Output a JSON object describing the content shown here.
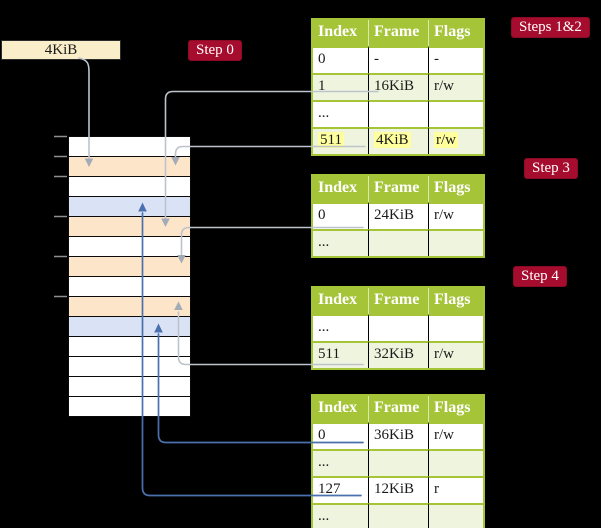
{
  "colors": {
    "background": "#000000",
    "table_header_green": "#a5c438",
    "table_row_tint_green": "#eff4de",
    "frame_pagetable_orange": "#fde5c9",
    "frame_data_blue": "#d9e3f5",
    "badge_red": "#a60c2e",
    "legend_box_cream": "#faedca",
    "highlight_yellow": "#ffff9e",
    "connector_gray": "#bdc3cb",
    "connector_blue": "#4a70ad"
  },
  "legend": {
    "page_size_label": "4KiB"
  },
  "badges": {
    "step0": "Step 0",
    "steps12": "Steps 1&2",
    "step3": "Step 3",
    "step4": "Step 4"
  },
  "memory": {
    "rows": [
      "free",
      "page-table",
      "free",
      "data",
      "page-table",
      "free",
      "page-table",
      "free",
      "page-table",
      "data",
      "free",
      "free",
      "free",
      "free"
    ]
  },
  "tables": [
    {
      "name": "page-table-steps-1-and-2",
      "headers": [
        "Index",
        "Frame",
        "Flags"
      ],
      "rows": [
        {
          "cells": [
            "0",
            "-",
            "-"
          ]
        },
        {
          "cells": [
            "1",
            "16KiB",
            "r/w"
          ]
        },
        {
          "cells": [
            "...",
            "",
            ""
          ]
        },
        {
          "cells": [
            "511",
            "4KiB",
            "r/w"
          ]
        }
      ]
    },
    {
      "name": "page-table-step-3",
      "headers": [
        "Index",
        "Frame",
        "Flags"
      ],
      "rows": [
        {
          "cells": [
            "0",
            "24KiB",
            "r/w"
          ]
        },
        {
          "cells": [
            "...",
            "",
            ""
          ]
        }
      ]
    },
    {
      "name": "page-table-step-4",
      "headers": [
        "Index",
        "Frame",
        "Flags"
      ],
      "rows": [
        {
          "cells": [
            "...",
            "",
            ""
          ]
        },
        {
          "cells": [
            "511",
            "32KiB",
            "r/w"
          ]
        }
      ]
    },
    {
      "name": "page-table-leaf",
      "headers": [
        "Index",
        "Frame",
        "Flags"
      ],
      "rows": [
        {
          "cells": [
            "0",
            "36KiB",
            "r/w"
          ]
        },
        {
          "cells": [
            "...",
            "",
            ""
          ]
        },
        {
          "cells": [
            "127",
            "12KiB",
            "r"
          ]
        },
        {
          "cells": [
            "...",
            "",
            ""
          ]
        }
      ]
    }
  ]
}
